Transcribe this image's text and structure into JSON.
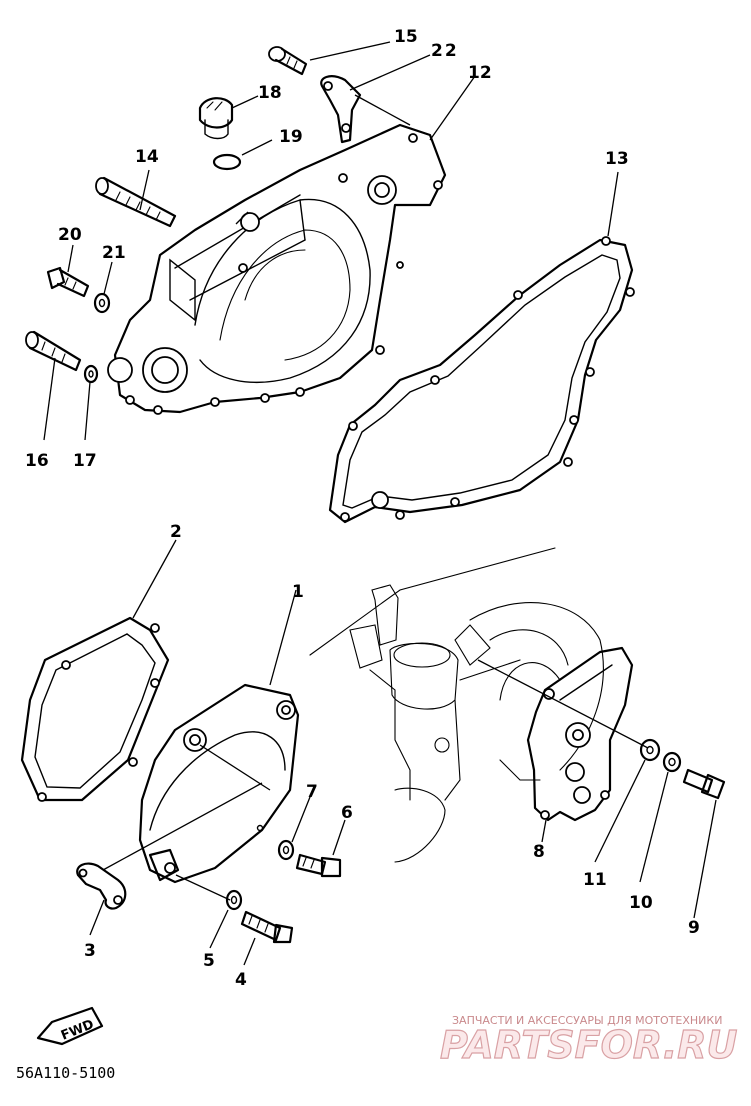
{
  "callouts": {
    "p1": "1",
    "p2": "2",
    "p3": "3",
    "p4": "4",
    "p5": "5",
    "p6": "6",
    "p7": "7",
    "p8": "8",
    "p9": "9",
    "p10": "10",
    "p11": "11",
    "p12": "12",
    "p13": "13",
    "p14": "14",
    "p15": "15",
    "p16": "16",
    "p17": "17",
    "p18": "18",
    "p19": "19",
    "p20": "20",
    "p21": "21",
    "p22": "22"
  },
  "badge": {
    "fwd": "FWD"
  },
  "diagram_code": "56A110-5100",
  "watermark": {
    "tagline": "ЗАПЧАСТИ И АКСЕССУАРЫ ДЛЯ МОТОТЕХНИКИ",
    "brand": "PARTSFOR.RU"
  },
  "colors": {
    "ink": "#000000",
    "paper": "#ffffff",
    "watermark": "#d9a1a4"
  }
}
